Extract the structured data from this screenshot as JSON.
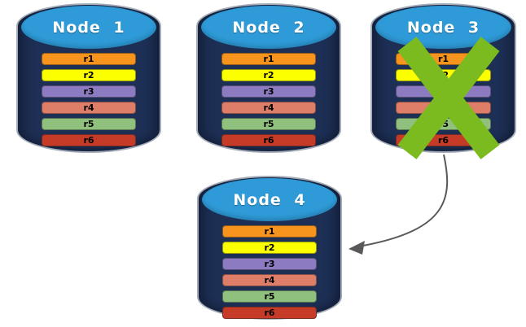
{
  "diagram": {
    "description": "database-replication-failover-diagram",
    "nodes": [
      {
        "label": "Node 1",
        "status": "active"
      },
      {
        "label": "Node 2",
        "status": "active"
      },
      {
        "label": "Node 3",
        "status": "failed"
      },
      {
        "label": "Node 4",
        "status": "active"
      }
    ],
    "replicas": [
      {
        "label": "r1",
        "color": "#F7941E"
      },
      {
        "label": "r2",
        "color": "#FCFF00"
      },
      {
        "label": "r3",
        "color": "#8C7BC0"
      },
      {
        "label": "r4",
        "color": "#DE7D68"
      },
      {
        "label": "r5",
        "color": "#8FC07E"
      },
      {
        "label": "r6",
        "color": "#C63B28"
      }
    ],
    "colors": {
      "cylinder_body": "#1D2F55",
      "cylinder_top": "#2E9BD8",
      "cylinder_border": "#A3ACB8",
      "failure_x": "#7BBB20",
      "arrow": "#595959",
      "node_label_text": "#FFFFFF",
      "bar_text": "#000000"
    },
    "arrow": {
      "from": "Node 3",
      "to": "Node 4"
    }
  }
}
